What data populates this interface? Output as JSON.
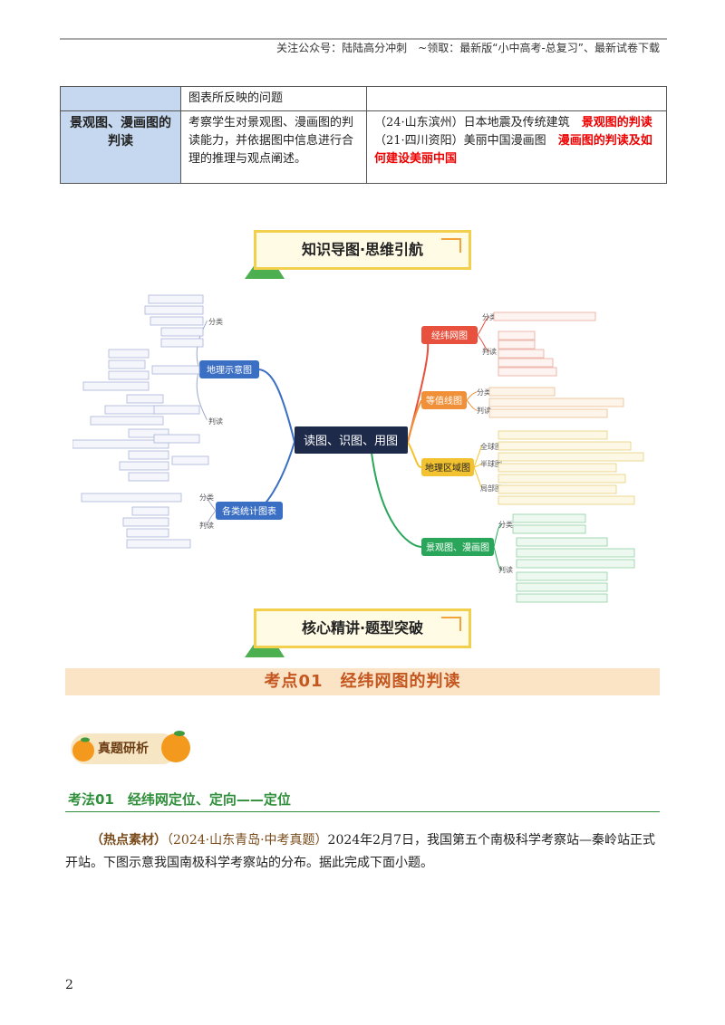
{
  "header": {
    "text": "关注公众号：陆陆高分冲刺　~领取：最新版“小中高考-总复习”、最新试卷下载"
  },
  "table": {
    "row1": {
      "col2": "图表所反映的问题",
      "col3": ""
    },
    "row2": {
      "col1": "景观图、漫画图的判读",
      "col2": "考察学生对景观图、漫画图的判读能力，并依据图中信息进行合理的推理与观点阐述。",
      "col3_line1_plain": "（24·山东滨州）日本地震及传统建筑　",
      "col3_line1_red": "景观图的判读",
      "col3_line2_plain": "（21·四川资阳）美丽中国漫画图　",
      "col3_line2_red": "漫画图的判读及如何建设美丽中国"
    }
  },
  "banner1": {
    "text": "知识导图·思维引航"
  },
  "mindmap": {
    "center": "读图、识图、用图",
    "left_branches": [
      {
        "label": "地理示意图",
        "color": "#3b6fc4"
      },
      {
        "label": "各类统计图表",
        "color": "#3b6fc4"
      }
    ],
    "left_subs": [
      "分类",
      "判读",
      "分类",
      "判读"
    ],
    "right_branches": [
      {
        "label": "经纬网图",
        "color": "#e8513d"
      },
      {
        "label": "等值线图",
        "color": "#f0913a"
      },
      {
        "label": "地理区域图",
        "color": "#f2c230"
      },
      {
        "label": "景观图、漫画图",
        "color": "#2aa65a"
      }
    ],
    "right_subs": [
      "分类",
      "判读",
      "分类",
      "判读",
      "全球图",
      "半球图",
      "局部图",
      "分类",
      "判读"
    ]
  },
  "banner2": {
    "text": "核心精讲·题型突破"
  },
  "kaodian": {
    "text": "考点01　经纬网图的判读"
  },
  "zhenti": {
    "text": "真题研析"
  },
  "kaofa": {
    "text": "考法01　经纬网定位、定向——定位"
  },
  "paragraph": {
    "tag": "（热点素材）",
    "source": "（2024·山东青岛·中考真题）",
    "body": "2024年2月7日，我国第五个南极科学考察站—秦岭站正式开站。下图示意我国南极科学考察站的分布。据此完成下面小题。"
  },
  "page_number": "2",
  "colors": {
    "table_label_bg": "#c5d8ef",
    "red": "#e00000",
    "kaodian_bg": "#fbe3c6",
    "kaodian_text": "#c4561f",
    "kaofa_green": "#2f8f3a",
    "banner_border": "#f2d04d"
  }
}
